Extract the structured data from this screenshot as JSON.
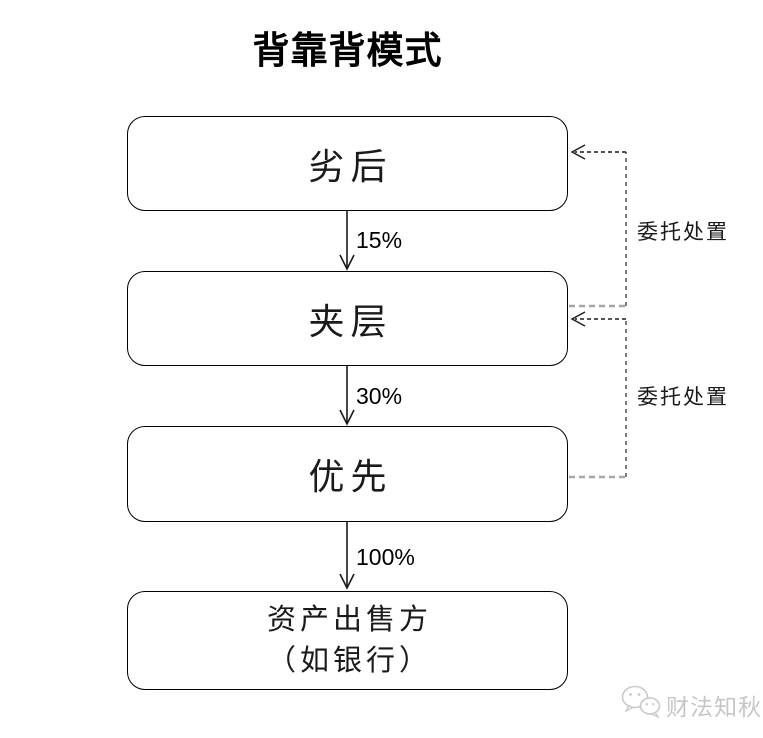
{
  "title": "背靠背模式",
  "flowchart": {
    "nodes": [
      {
        "id": "lie-hou",
        "label": "劣后"
      },
      {
        "id": "jia-ceng",
        "label": "夹层"
      },
      {
        "id": "you-xian",
        "label": "优先"
      },
      {
        "id": "seller",
        "label_line1": "资产出售方",
        "label_line2": "（如银行）"
      }
    ],
    "flow_arrows": [
      {
        "from": "劣后",
        "to": "夹层",
        "label": "15%"
      },
      {
        "from": "夹层",
        "to": "优先",
        "label": "30%"
      },
      {
        "from": "优先",
        "to": "资产出售方（如银行）",
        "label": "100%"
      }
    ],
    "entrust_connectors": [
      {
        "from": "夹层",
        "to": "劣后",
        "label": "委托处置",
        "style": "dashed"
      },
      {
        "from": "优先",
        "to": "夹层",
        "label": "委托处置",
        "style": "dashed"
      }
    ]
  },
  "watermark": {
    "icon": "wechat-icon",
    "text": "财法知秋"
  },
  "colors": {
    "background": "#ffffff",
    "box_border": "#000000",
    "text": "#1a1a1a",
    "arrow_black": "#1a1a1a",
    "connector_dark": "#454545",
    "connector_gray": "#a6a6a6",
    "watermark_gray": "#c6c6c6"
  }
}
